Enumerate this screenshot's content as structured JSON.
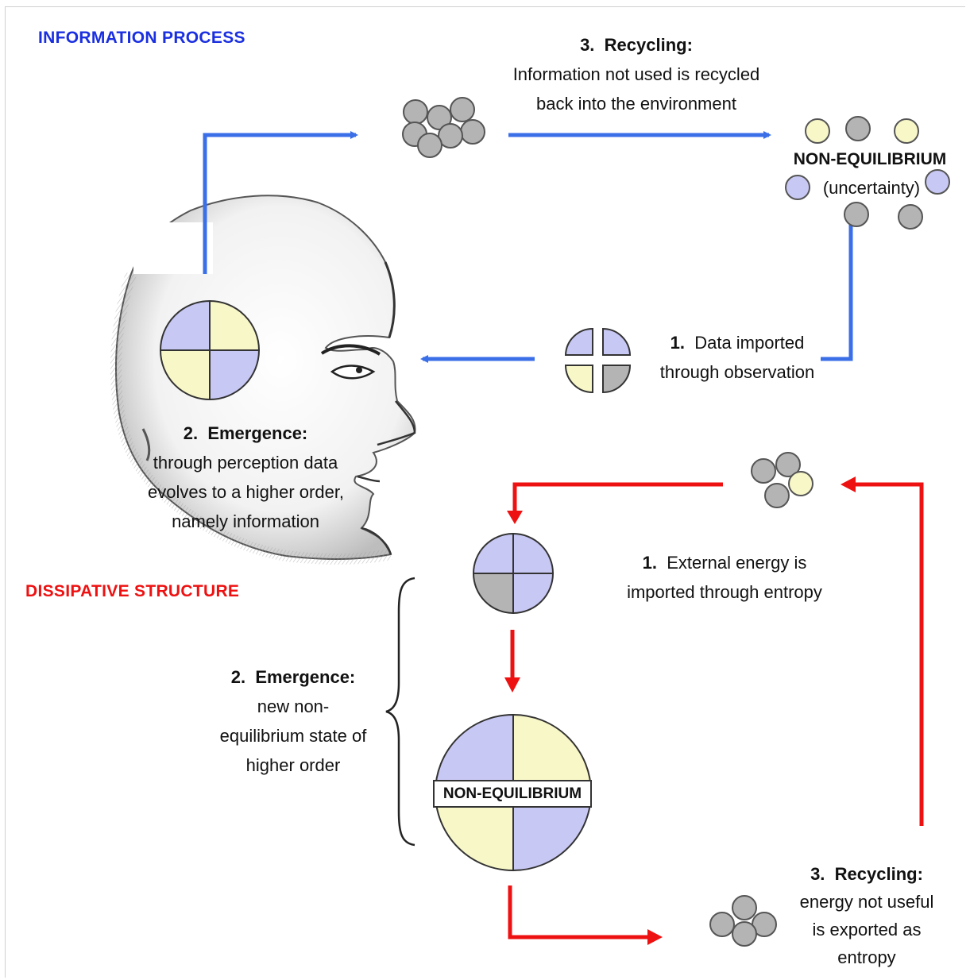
{
  "colors": {
    "info_arrow": "#3b6fe8",
    "dissipative_arrow": "#ee1111",
    "info_heading": "#1a2fe0",
    "dissipative_heading": "#ee1111",
    "lavender": "#c8c8f5",
    "cream": "#f8f7c8",
    "gray": "#b4b4b4"
  },
  "info_process": {
    "heading": "INFORMATION PROCESS",
    "recycling": {
      "number": "3.",
      "title": "Recycling:",
      "line1": "Information not used is recycled",
      "line2": "back into the environment"
    },
    "non_equilibrium": {
      "title": "NON-EQUILIBRIUM",
      "subtitle": "(uncertainty)"
    },
    "data_imported": {
      "number": "1.",
      "line1": "Data imported",
      "line2": "through observation"
    },
    "emergence": {
      "number": "2.",
      "title": "Emergence:",
      "line1": "through perception data",
      "line2": "evolves to a higher order,",
      "line3": "namely information"
    }
  },
  "dissipative": {
    "heading": "DISSIPATIVE STRUCTURE",
    "energy_imported": {
      "number": "1.",
      "line1": "External energy is",
      "line2": "imported through entropy"
    },
    "emergence": {
      "number": "2.",
      "title": "Emergence:",
      "line1": "new non-",
      "line2": "equilibrium state of",
      "line3": "higher order"
    },
    "non_equilibrium_label": "NON-EQUILIBRIUM",
    "recycling": {
      "number": "3.",
      "title": "Recycling:",
      "line1": "energy not useful",
      "line2": "is exported as",
      "line3": "entropy"
    }
  }
}
